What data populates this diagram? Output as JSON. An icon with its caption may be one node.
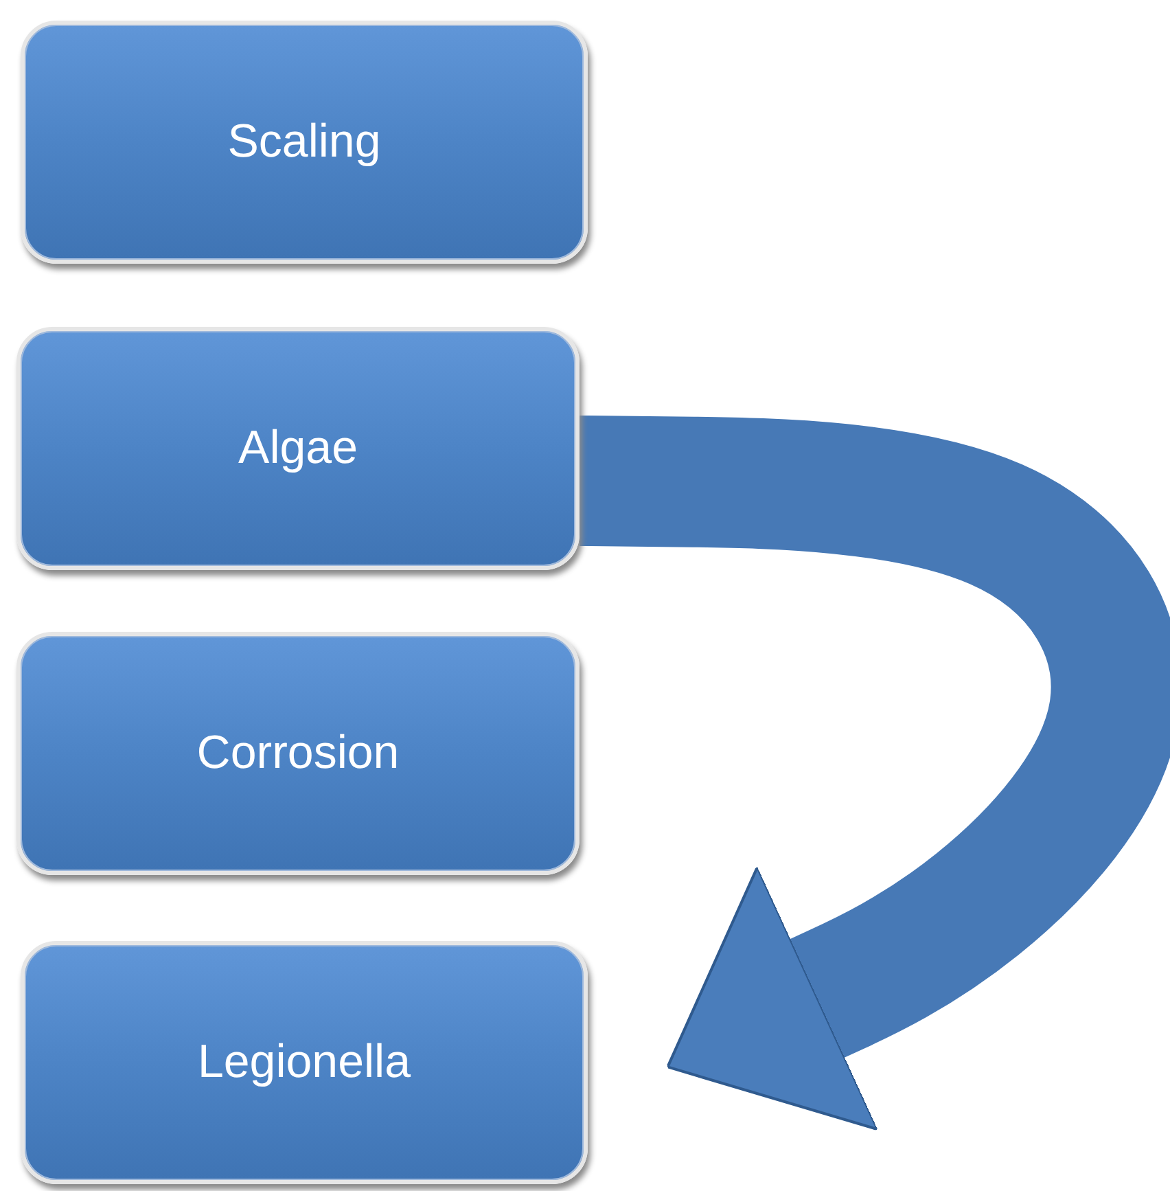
{
  "diagram": {
    "nodes": [
      {
        "text": [
          "Scaling"
        ]
      },
      {
        "text": [
          "Algae"
        ]
      },
      {
        "text": [
          "Corrosion"
        ]
      },
      {
        "text": [
          "Legionella"
        ]
      }
    ],
    "edges": [
      {
        "from": 1,
        "to": 3,
        "arrow": "to"
      }
    ]
  }
}
